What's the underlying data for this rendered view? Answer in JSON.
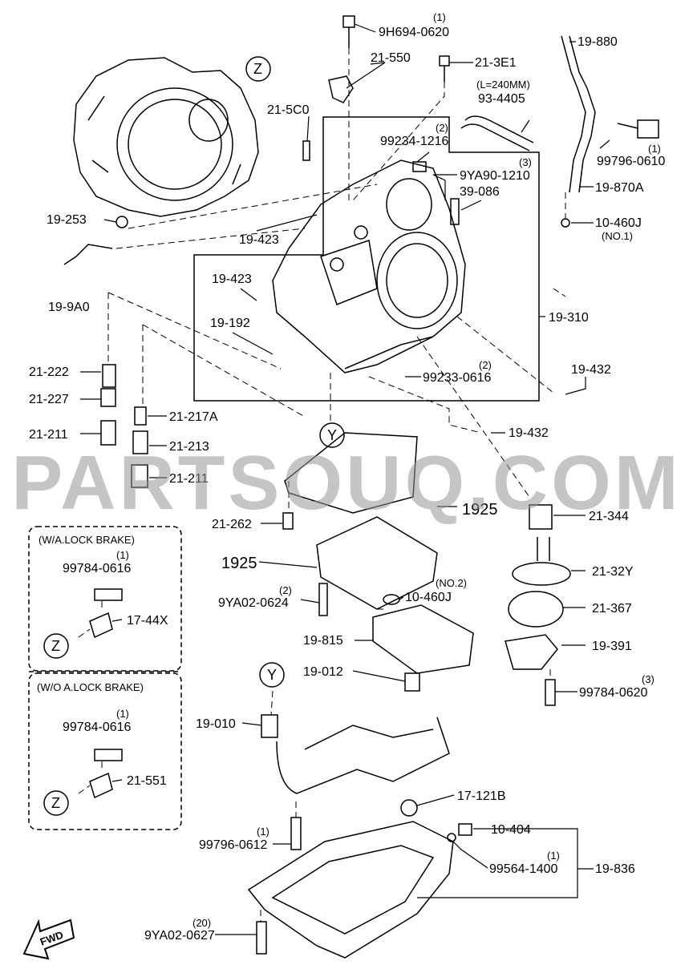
{
  "labels": {
    "q_9h694": "(1)",
    "p_9h694": "9H694-0620",
    "p_21550": "21-550",
    "p_213e1": "21-3E1",
    "p_19880": "19-880",
    "q_l240": "(L=240MM)",
    "p_934405": "93-4405",
    "p_215c0": "21-5C0",
    "q_99234": "(2)",
    "p_99234": "99234-1216",
    "q_9ya90": "(3)",
    "p_9ya90": "9YA90-1210",
    "p_39086": "39-086",
    "q_99796a": "(1)",
    "p_99796a": "99796-0610",
    "p_19870a": "19-870A",
    "p_10460j_1": "10-460J",
    "q_no1": "(NO.1)",
    "p_19253": "19-253",
    "p_19423a": "19-423",
    "p_19423b": "19-423",
    "p_199a0": "19-9A0",
    "p_19192": "19-192",
    "p_19310": "19-310",
    "q_99233": "(2)",
    "p_99233": "99233-0616",
    "p_19432a": "19-432",
    "p_19432b": "19-432",
    "p_21222": "21-222",
    "p_21227": "21-227",
    "p_21211a": "21-211",
    "p_21217a": "21-217A",
    "p_21213": "21-213",
    "p_21211b": "21-211",
    "p_21262": "21-262",
    "p_1925a": "1925",
    "p_1925b": "1925",
    "p_21344": "21-344",
    "box1_title": "(W/A.LOCK BRAKE)",
    "q_99784a": "(1)",
    "p_99784a": "99784-0616",
    "p_1744x": "17-44X",
    "box2_title": "(W/O A.LOCK BRAKE)",
    "q_99784b": "(1)",
    "p_99784b": "99784-0616",
    "p_21551": "21-551",
    "q_9ya02a": "(2)",
    "p_9ya02a": "9YA02-0624",
    "q_no2": "(NO.2)",
    "p_10460j_2": "10-460J",
    "p_2132y": "21-32Y",
    "p_21367": "21-367",
    "p_19815": "19-815",
    "p_19391": "19-391",
    "p_19012": "19-012",
    "q_99784c": "(3)",
    "p_99784c": "99784-0620",
    "p_19010": "19-010",
    "p_17121b": "17-121B",
    "q_99796b": "(1)",
    "p_99796b": "99796-0612",
    "p_10404": "10-404",
    "q_99564": "(1)",
    "p_99564": "99564-1400",
    "p_19836": "19-836",
    "q_9ya02b": "(20)",
    "p_9ya02b": "9YA02-0627",
    "ref_z1": "Z",
    "ref_z2": "Z",
    "ref_z3": "Z",
    "ref_y1": "Y",
    "ref_y2": "Y",
    "fwd": "FWD"
  },
  "watermark": "PARTSOUQ.COM",
  "colors": {
    "ink": "#000000",
    "background": "#ffffff",
    "watermark": "#969696"
  }
}
